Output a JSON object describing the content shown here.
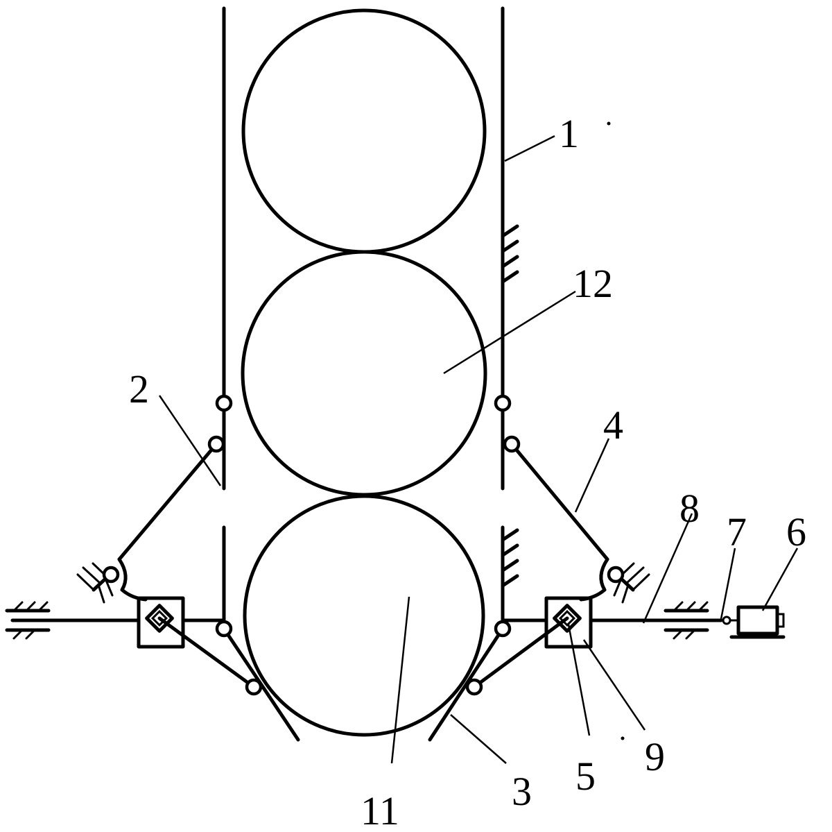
{
  "labels": {
    "l1": "1",
    "l2": "2",
    "l3": "3",
    "l4": "4",
    "l5": "5",
    "l6": "6",
    "l7": "7",
    "l8": "8",
    "l9": "9",
    "l11": "11",
    "l12": "12"
  },
  "stroke_color": "#000000",
  "background_color": "#ffffff"
}
